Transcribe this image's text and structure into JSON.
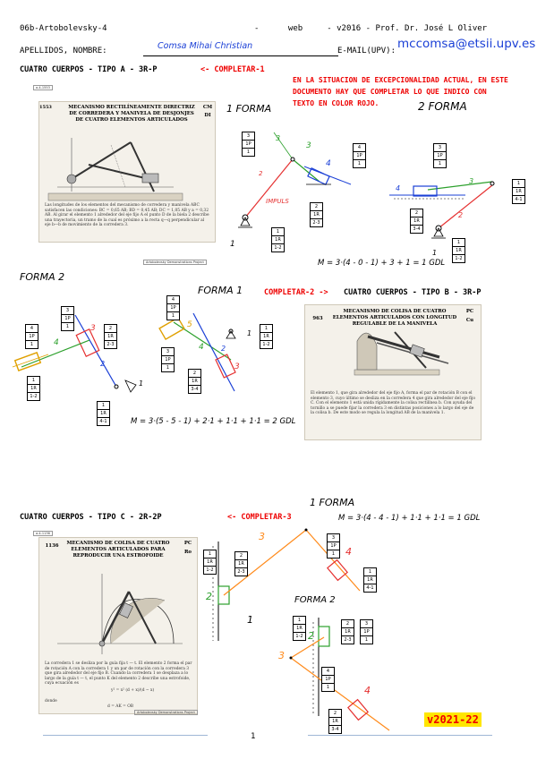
{
  "header": {
    "left": "06b-Artobolevsky-4",
    "mid": "-      web     - v2016 - Prof. Dr. José L Oliver",
    "name_label": "APELLIDOS, NOMBRE:",
    "name_value": "Comsa Mihai Christian",
    "email_label": "E-MAIL(UPV):",
    "email_value": "mccomsa@etsii.upv.es"
  },
  "notice": "EN LA SITUACION DE EXCEPCIONALIDAD ACTUAL, EN ESTE DOCUMENTO HAY QUE COMPLETAR LO QUE INDICO CON TEXTO EN COLOR ROJO.",
  "secA": {
    "title": "CUATRO CUERPOS - TIPO A - 3R-P",
    "complete": "<- COMPLETAR-1",
    "tag": "a-4-1553",
    "num": "1553",
    "code1": "CM",
    "code2": "DI",
    "heading": "MECANISMO RECTILÍNEAMENTE DIRECTRIZ DE CORREDERA Y MANIVELA DE DESJONJES DE CUATRO ELEMENTOS ARTICULADOS",
    "body": "Las longitudes de los elementos del mecanismo de corredera y manivela ABC satisfacen las condiciones: BC = 0,65 AB; BD = 0,45 AB; DC = 1,05 AB y a = 0,32 AB. Al girar el elemento 1 alrededor del eje fijo A el punto D de la biela 2 describe una trayectoria, un tramo de la cual es próximo a la recta q—q perpendicular al eje b—b de movimiento de la corredera 3.",
    "credit": "Artobolevsky Demonstrations Project",
    "forma1": "1 FORMA",
    "forma2": "2 FORMA",
    "impulso": "IMPULS",
    "formula": "M = 3·(4 - 0 - 1) + 3 + 1 = 1 GDL"
  },
  "secB": {
    "title": "CUATRO CUERPOS - TIPO B - 3R-P",
    "complete": "COMPLETAR-2 ->",
    "num": "963",
    "code1": "PC",
    "code2": "Cu",
    "heading": "MECANISMO DE COLISA DE CUATRO ELEMENTOS ARTICULADOS CON LONGITUD REGULABLE DE LA MANIVELA",
    "body": "El elemento 1, que gira alrededor del eje fijo A, forma el par de rotación B con el elemento 3, cuyo último se desliza en la corredera 4 que gira alrededor del eje fijo C. Con el elemento 1 está unida rígidamente la colisa rectilínea b. Con ayuda del tornillo a se puede fijar la corredera 3 en distintas posiciones a lo largo del eje de la colisa b. De este modo se regula la longitud AB de la manivela 1.",
    "forma1": "FORMA 1",
    "forma2": "FORMA 2",
    "formula": "M = 3·(5 - 5 - 1) + 2·1 + 1·1 + 1·1 = 2 GDL"
  },
  "secC": {
    "title": "CUATRO CUERPOS - TIPO C - 2R-2P",
    "complete": "<- COMPLETAR-3",
    "tag": "a-4-1136",
    "num": "1136",
    "code1": "PC",
    "code2": "Ro",
    "heading": "MECANISMO DE COLISA DE CUATRO ELEMENTOS ARTICULADOS PARA REPRODUCIR UNA ESTROFOIDE",
    "body": "La corredera 1 se desliza por la guía fija t — t. El elemento 2 forma el par de rotación A con la corredera 1 y un par de rotación con la corredera 3 que gira alrededor del eje fijo B. Cuando la corredera 1 se desplaza a lo largo de la guía t — t, el punto K del elemento 2 describe una estrofoide, cuya ecuación es",
    "eq1": "y² = x² (d + x)/(d − x)",
    "donde": "donde",
    "eq2": "d = AK = OB",
    "credit": "Artobolevsky Demonstrations Project",
    "forma1": "1 FORMA",
    "forma2": "FORMA 2",
    "formula": "M = 3·(4 - 4 - 1) + 1·1 + 1·1 = 1 GDL"
  },
  "labels": {
    "n1": "1",
    "n2": "2",
    "n3": "3",
    "n4": "4",
    "n5": "5",
    "box_3P": [
      "3",
      "1P",
      "1"
    ],
    "box_2R": [
      "2",
      "1R",
      "2-3"
    ],
    "box_4P": [
      "4",
      "1P",
      "1"
    ],
    "box_1R": [
      "1",
      "1R",
      "1-2"
    ],
    "box_2R2": [
      "2",
      "1R",
      "3-4"
    ],
    "box_1Rb": [
      "1",
      "1R",
      "4-1"
    ]
  },
  "footer": {
    "page": "1",
    "version": "v2021-22"
  }
}
